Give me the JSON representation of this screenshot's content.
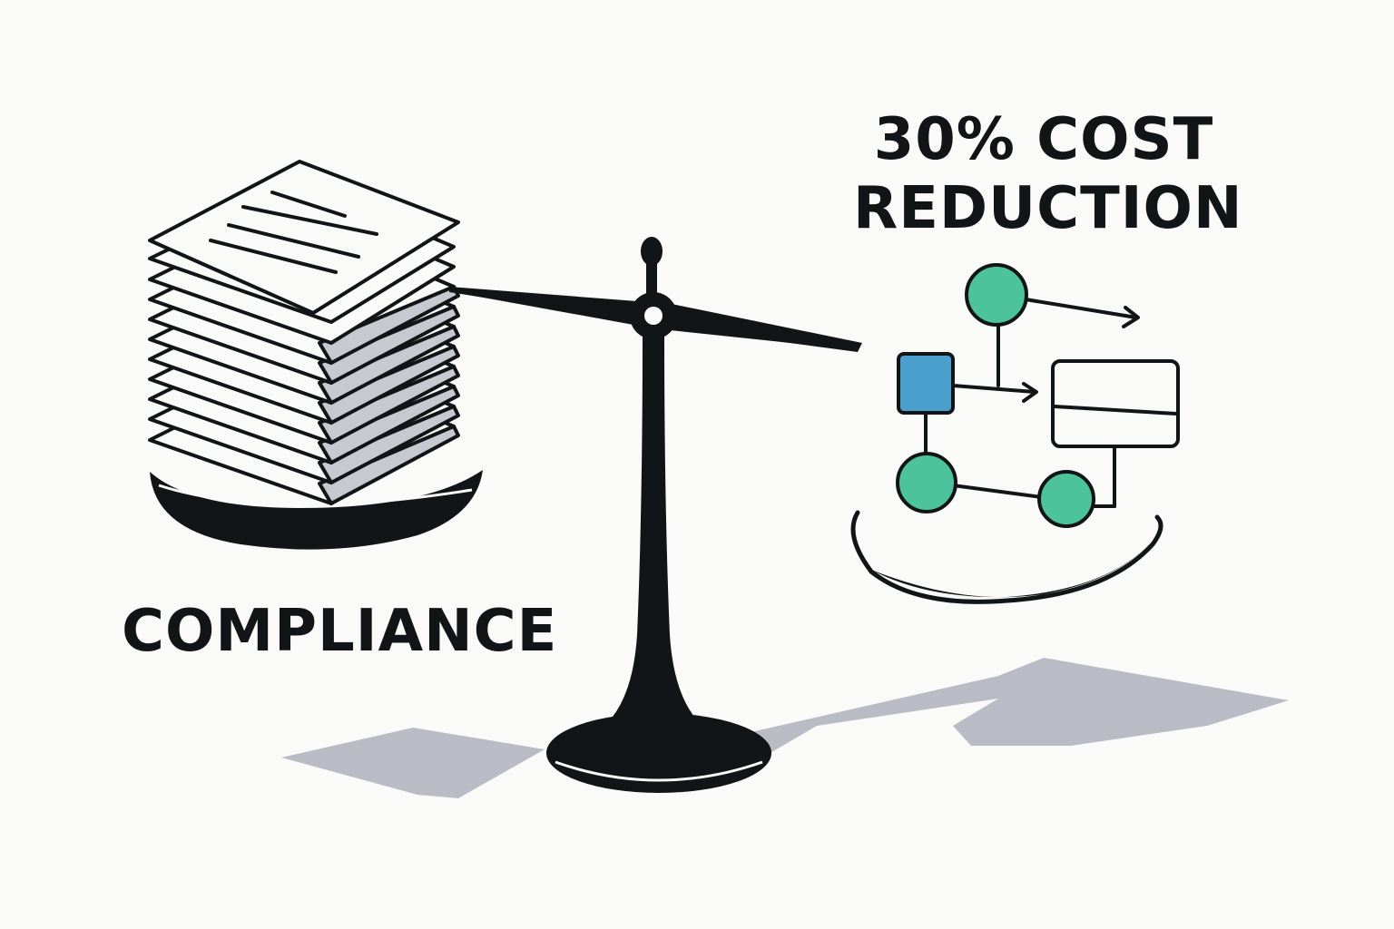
{
  "left_label": "COMPLIANCE",
  "right_label": {
    "line1": "30% COST",
    "line2": "REDUCTION"
  },
  "colors": {
    "ink": "#121517",
    "paper": "#fafaf8",
    "shadow": "#b9bcc4",
    "page_shade": "#c7c9d0",
    "node_green": "#4cc39a",
    "node_blue": "#4a9fcc"
  },
  "icons": {
    "left_pan": "document-stack",
    "right_pan": "workflow-diagram",
    "center": "balance-scale"
  }
}
